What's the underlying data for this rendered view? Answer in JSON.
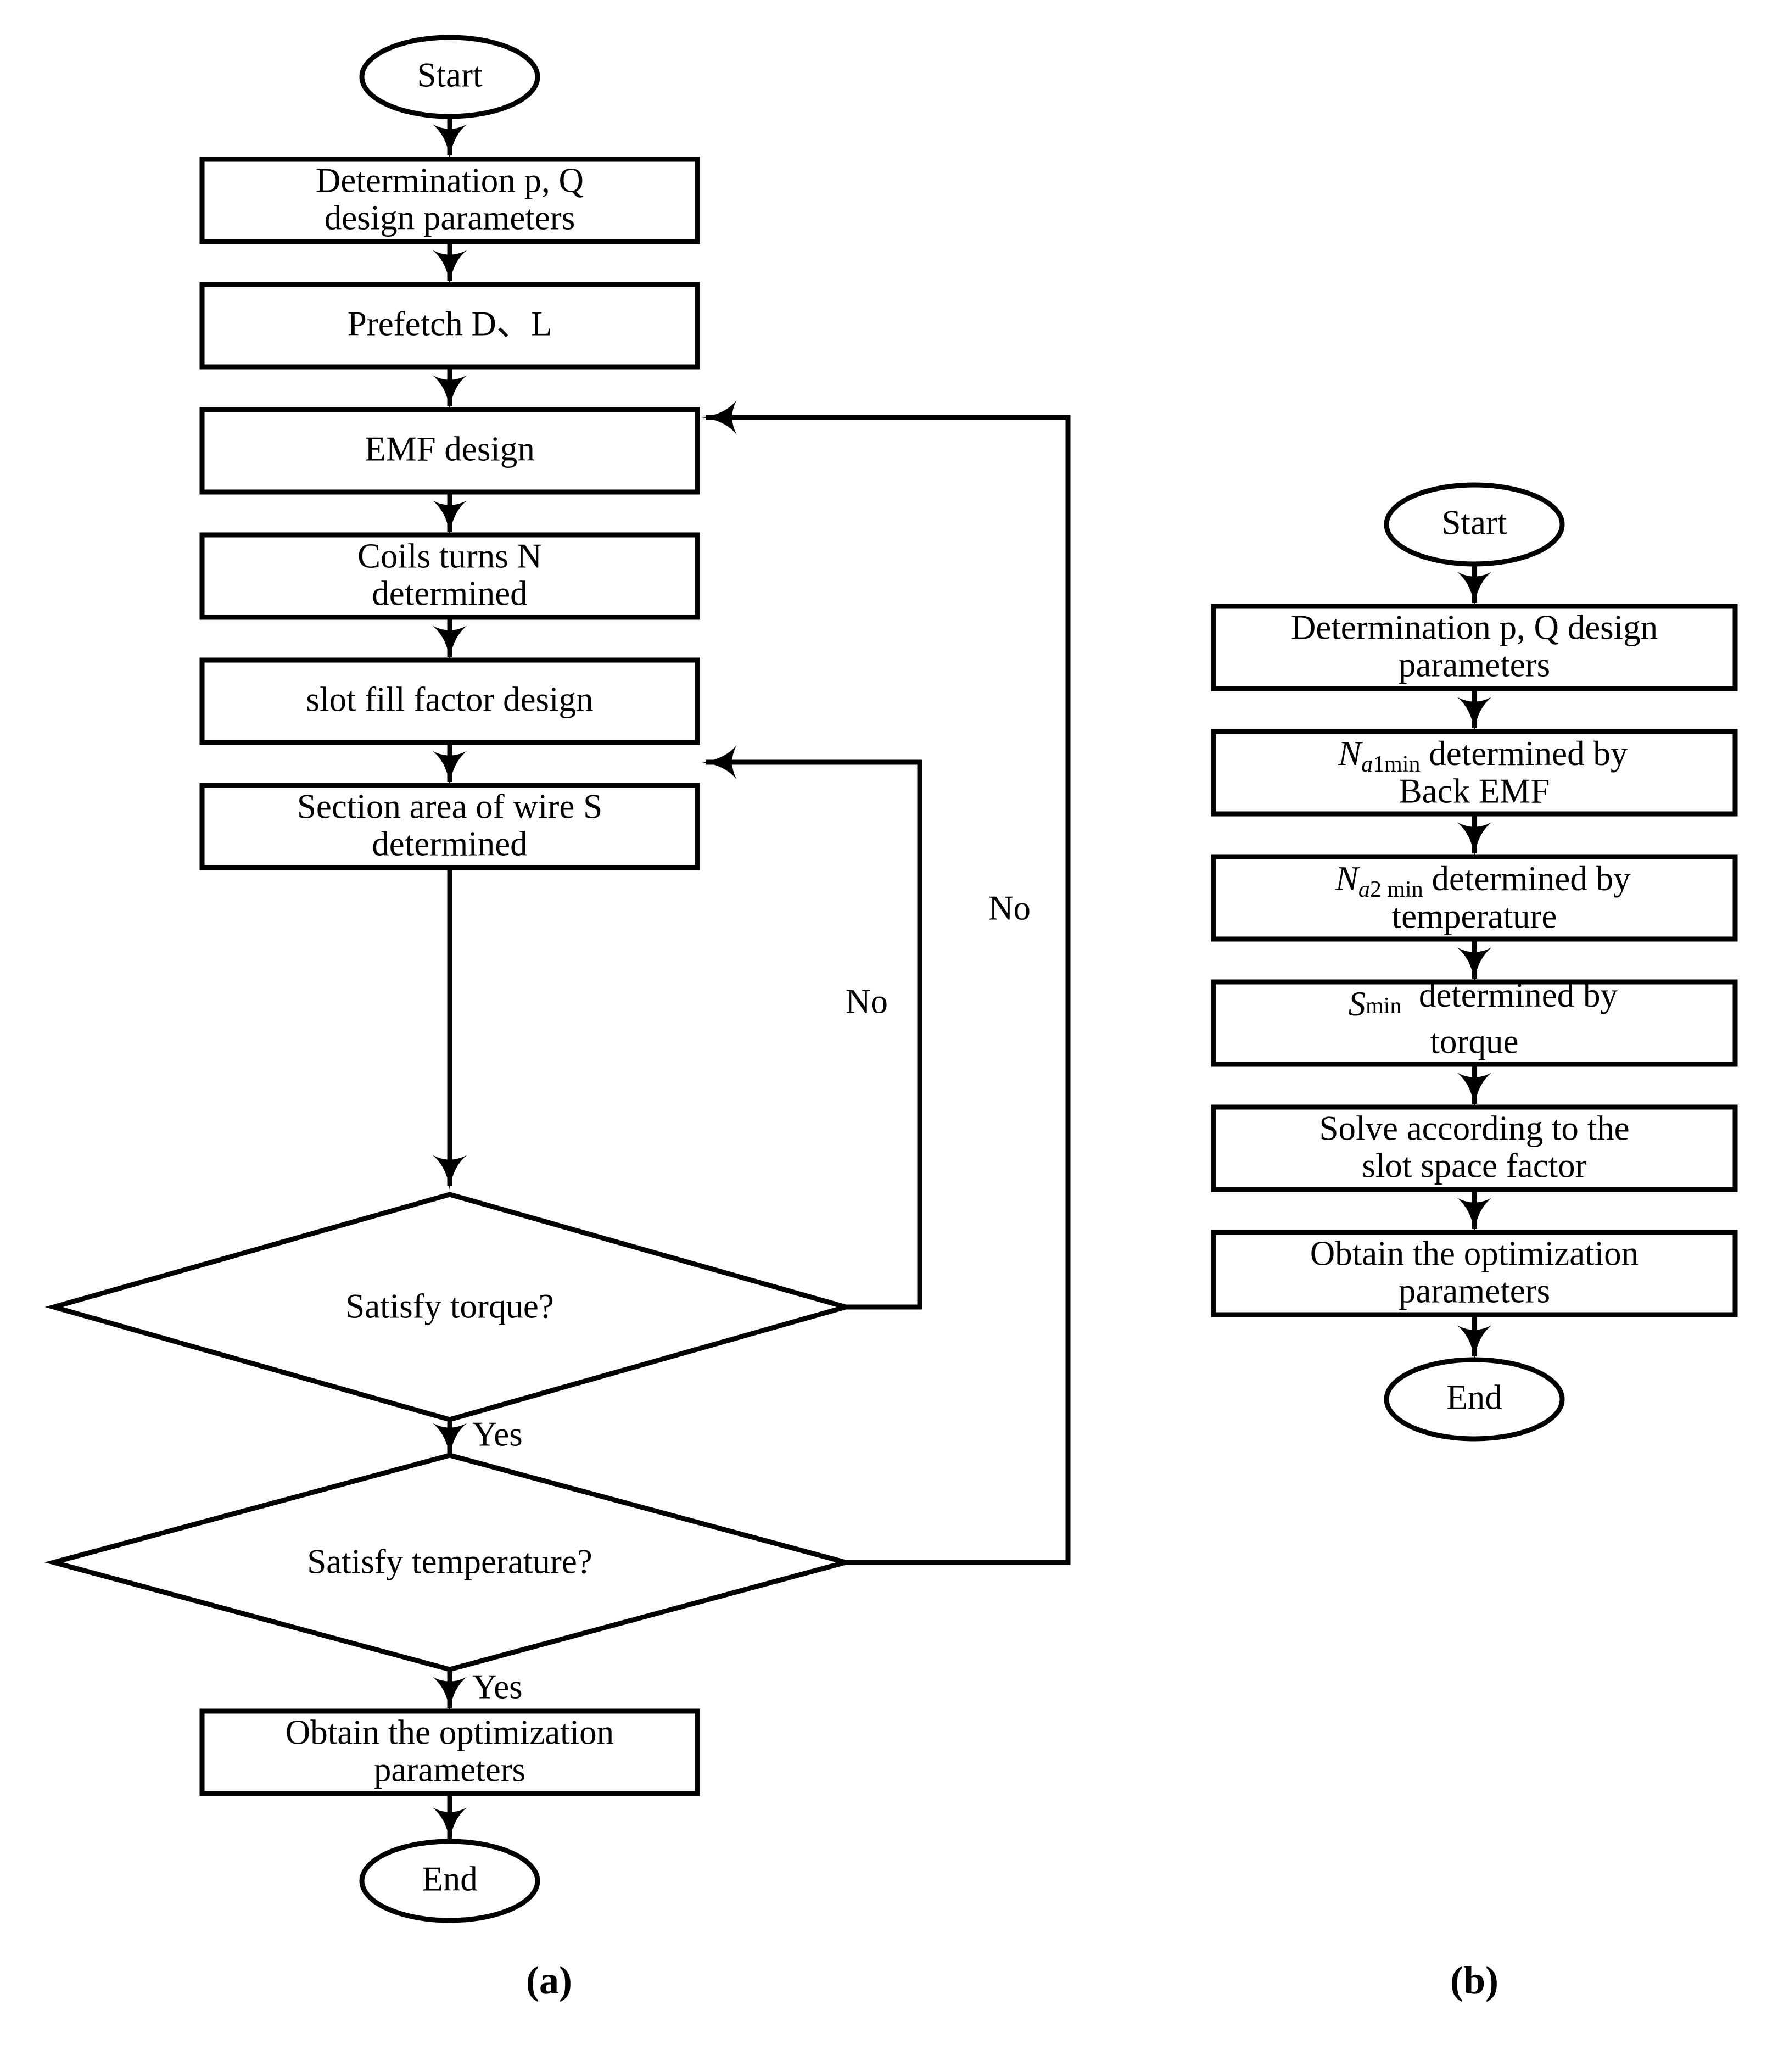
{
  "figure": {
    "title": "Motor design optimization flowcharts",
    "background_color": "#ffffff",
    "line_color": "#000000",
    "panels": [
      {
        "id": "a",
        "caption": "(a)"
      },
      {
        "id": "b",
        "caption": "(b)"
      }
    ]
  },
  "panel_a": {
    "caption": "(a)",
    "nodes": {
      "start": {
        "label": "Start",
        "shape": "terminator"
      },
      "determination": {
        "line1": "Determination p, Q",
        "line2": "design parameters",
        "shape": "process"
      },
      "prefetch": {
        "label": "Prefetch D、L",
        "shape": "process"
      },
      "emf": {
        "label": "EMF design",
        "shape": "process"
      },
      "coils": {
        "line1": "Coils turns N",
        "line2": "determined",
        "shape": "process"
      },
      "slotfill": {
        "label": "slot fill factor design",
        "shape": "process"
      },
      "section": {
        "line1": "Section area of wire S",
        "line2": "determined",
        "shape": "process"
      },
      "torque": {
        "label": "Satisfy torque?",
        "shape": "decision"
      },
      "temperature": {
        "label": "Satisfy temperature?",
        "shape": "decision"
      },
      "obtain": {
        "line1": "Obtain the optimization",
        "line2": "parameters",
        "shape": "process"
      },
      "end": {
        "label": "End",
        "shape": "terminator"
      }
    },
    "edge_labels": {
      "torque_no": "No",
      "torque_yes": "Yes",
      "temperature_no": "No",
      "temperature_yes": "Yes"
    }
  },
  "panel_b": {
    "caption": "(b)",
    "nodes": {
      "start": {
        "label": "Start",
        "shape": "terminator"
      },
      "determination": {
        "line1": "Determination p, Q design",
        "line2": "parameters",
        "shape": "process"
      },
      "na1min": {
        "var": "N",
        "sub_italic": "a",
        "sub_roman": "1min",
        "rest": " determined by",
        "line2": "Back EMF",
        "shape": "process"
      },
      "na2min": {
        "var": "N",
        "sub_italic": "a",
        "sub_roman": "2 min",
        "rest": " determined by",
        "line2": "temperature",
        "shape": "process"
      },
      "smin": {
        "var": "S",
        "sub_italic": "",
        "sub_roman": "min",
        "rest": "  determined by",
        "line2": "torque",
        "shape": "process"
      },
      "solve": {
        "line1": "Solve according to the",
        "line2": "slot space factor",
        "shape": "process"
      },
      "obtain": {
        "line1": "Obtain the optimization",
        "line2": "parameters",
        "shape": "process"
      },
      "end": {
        "label": "End",
        "shape": "terminator"
      }
    }
  }
}
